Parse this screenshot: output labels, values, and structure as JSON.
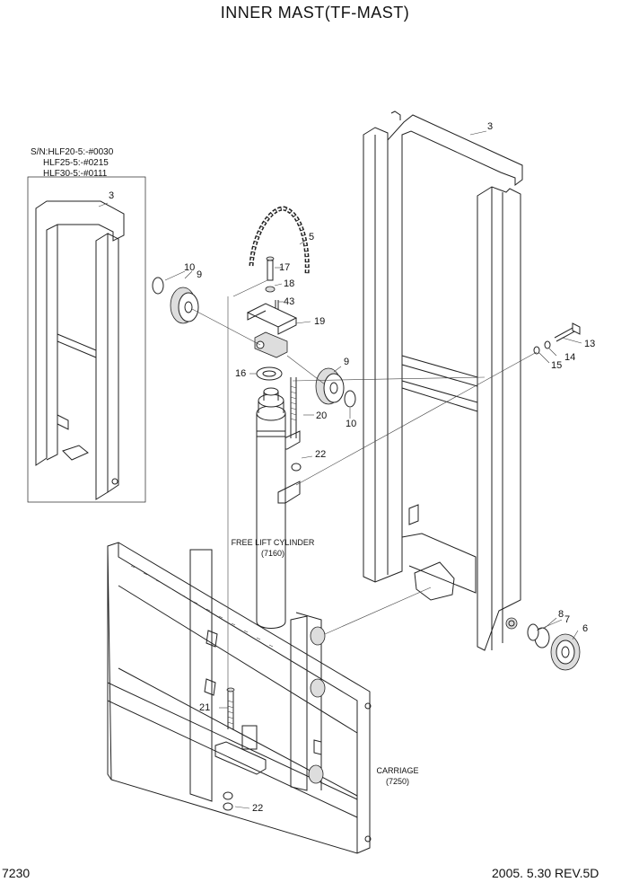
{
  "title": "INNER MAST(TF-MAST)",
  "serial_notes": [
    "S/N:HLF20-5:-#0030",
    "HLF25-5:-#0215",
    "HLF30-5:-#0111"
  ],
  "callouts": {
    "c3a": "3",
    "c3b": "3",
    "c5": "5",
    "c17": "17",
    "c18": "18",
    "c43": "43",
    "c19": "19",
    "c10a": "10",
    "c9a": "9",
    "c9b": "9",
    "c16": "16",
    "c20": "20",
    "c10b": "10",
    "c22a": "22",
    "c13": "13",
    "c14": "14",
    "c15": "15",
    "c8": "8",
    "c7": "7",
    "c6": "6",
    "c21": "21",
    "c22b": "22"
  },
  "captions": {
    "free_lift_line1": "FREE LIFT CYLINDER",
    "free_lift_line2": "(7160)",
    "carriage_line1": "CARRIAGE",
    "carriage_line2": "(7250)"
  },
  "footer": {
    "page_code": "7230",
    "date_rev": "2005. 5.30  REV.5D"
  }
}
